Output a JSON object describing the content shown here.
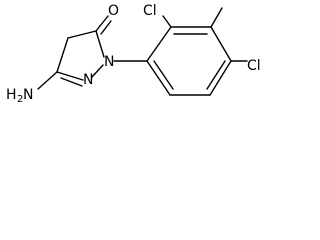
{
  "atoms": {
    "carbonyl_oxygen": "O",
    "ring_nitrogen_1": "N",
    "ring_nitrogen_2": "N",
    "amine_main": "H",
    "amine_subscript": "2",
    "amine_nitrogen": "N",
    "chlorine_top": "Cl",
    "chlorine_right": "Cl"
  },
  "colors": {
    "bond": "#000000",
    "label": "#000000",
    "background": "#ffffff"
  }
}
